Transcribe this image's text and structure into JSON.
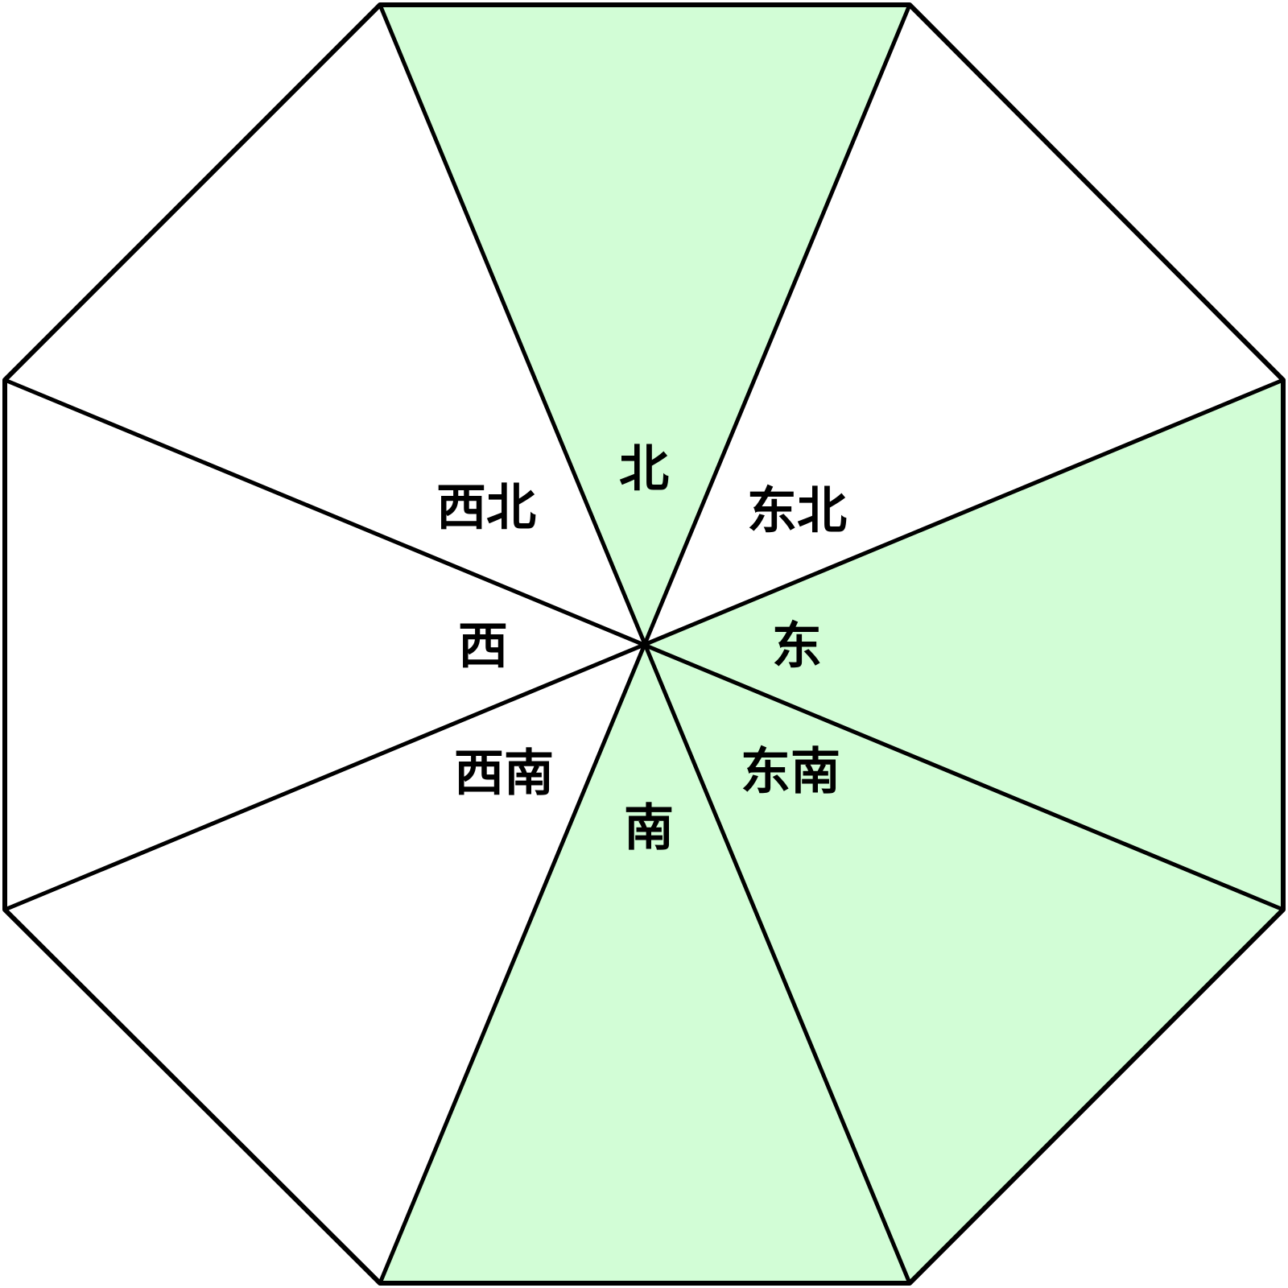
{
  "colors": {
    "shaded_sector": "#d2fdd6",
    "plain_sector": "#ffffff",
    "outline": "#000000"
  },
  "sectors": [
    {
      "id": "north",
      "label": "北",
      "shaded": true
    },
    {
      "id": "northeast",
      "label": "东北",
      "shaded": false
    },
    {
      "id": "east",
      "label": "东",
      "shaded": true
    },
    {
      "id": "southeast",
      "label": "东南",
      "shaded": true
    },
    {
      "id": "south",
      "label": "南",
      "shaded": true
    },
    {
      "id": "southwest",
      "label": "西南",
      "shaded": false
    },
    {
      "id": "west",
      "label": "西",
      "shaded": false
    },
    {
      "id": "northwest",
      "label": "西北",
      "shaded": false
    }
  ]
}
